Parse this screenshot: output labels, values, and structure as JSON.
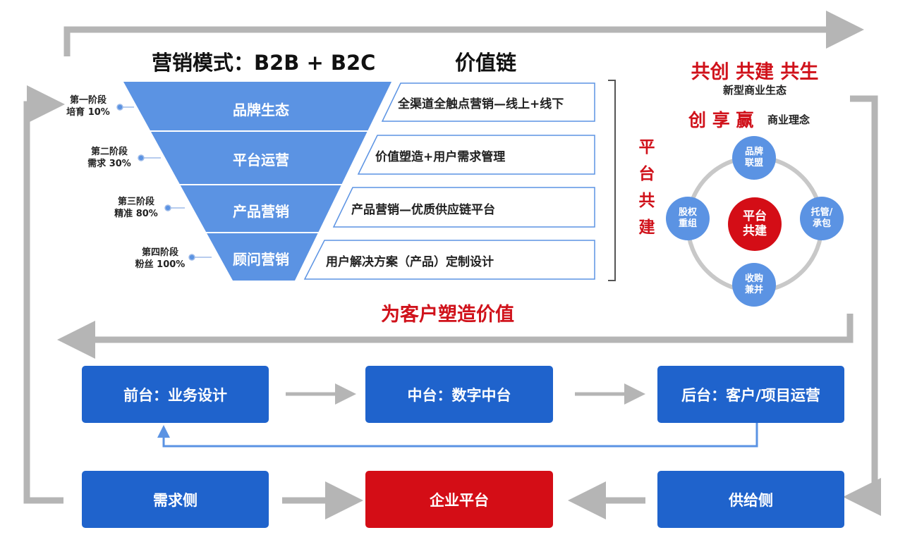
{
  "header": {
    "marketing_model": "营销模式：B2B + B2C",
    "value_chain": "价值链"
  },
  "funnel": {
    "stages": [
      {
        "stage": "第一阶段",
        "detail": "培育 10%",
        "level": "品牌生态",
        "value": "全渠道全触点营销—线上+线下"
      },
      {
        "stage": "第二阶段",
        "detail": "需求 30%",
        "level": "平台运营",
        "value": "价值塑造+用户需求管理"
      },
      {
        "stage": "第三阶段",
        "detail": "精准 80%",
        "level": "产品营销",
        "value": "产品营销—优质供应链平台"
      },
      {
        "stage": "第四阶段",
        "detail": "粉丝 100%",
        "level": "顾问营销",
        "value": "用户解决方案（产品）定制设计"
      }
    ],
    "colors": {
      "funnel": "#5b93e3",
      "line": "#9fbbe8"
    }
  },
  "platform_vertical": [
    "平",
    "台",
    "共",
    "建"
  ],
  "ecosystem": {
    "headline": "共创 共建 共生",
    "headline_sub": "新型商业生态",
    "concept": "创 享 赢",
    "concept_sub": "商业理念",
    "center": [
      "平台",
      "共建"
    ],
    "nodes": {
      "top": [
        "品牌",
        "联盟"
      ],
      "left": [
        "股权",
        "重组"
      ],
      "right": [
        "托管/",
        "承包"
      ],
      "bottom": [
        "收购",
        "兼并"
      ]
    }
  },
  "value_slogan": "为客户塑造价值",
  "tiers": {
    "front": "前台：业务设计",
    "middle": "中台：数字中台",
    "back": "后台：客户/项目运营"
  },
  "bottom": {
    "demand": "需求侧",
    "platform": "企业平台",
    "supply": "供给侧"
  },
  "colors": {
    "brand_blue": "#1f63cc",
    "brand_red": "#d40d16",
    "node_blue": "#5b93e3",
    "arrow_gray": "#b5b5b5"
  }
}
